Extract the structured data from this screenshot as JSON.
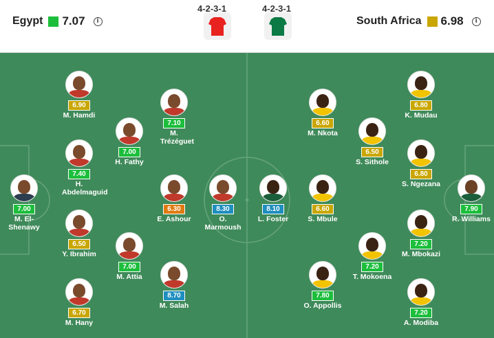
{
  "colors": {
    "green": "#1cbe3c",
    "gold": "#c9a600",
    "orange": "#e07b10",
    "blue": "#1f8ebf",
    "pitch": "#3f8a5a",
    "egypt_kit": "#e8231f",
    "sa_kit": "#0b7a45"
  },
  "home": {
    "name": "Egypt",
    "rating": "7.07",
    "formation": "4-2-3-1",
    "info_icon": "i"
  },
  "away": {
    "name": "South Africa",
    "rating": "6.98",
    "formation": "4-2-3-1",
    "info_icon": "i"
  },
  "players": [
    {
      "name": "M. Hamdi",
      "rating": "6.90",
      "tier": "gold",
      "team": "home"
    },
    {
      "name": "M. Trézéguet",
      "rating": "7.10",
      "tier": "green",
      "team": "home"
    },
    {
      "name": "H. Fathy",
      "rating": "7.00",
      "tier": "green",
      "team": "home"
    },
    {
      "name": "H. Abdelmaguid",
      "rating": "7.40",
      "tier": "green",
      "team": "home"
    },
    {
      "name": "M. El-Shenawy",
      "rating": "7.00",
      "tier": "green",
      "team": "home"
    },
    {
      "name": "E. Ashour",
      "rating": "6.30",
      "tier": "orange",
      "team": "home"
    },
    {
      "name": "O. Marmoush",
      "rating": "8.30",
      "tier": "blue",
      "team": "home"
    },
    {
      "name": "Y. Ibrahim",
      "rating": "6.50",
      "tier": "gold",
      "team": "home"
    },
    {
      "name": "M. Attia",
      "rating": "7.00",
      "tier": "green",
      "team": "home"
    },
    {
      "name": "M. Salah",
      "rating": "8.70",
      "tier": "blue",
      "team": "home"
    },
    {
      "name": "M. Hany",
      "rating": "6.70",
      "tier": "gold",
      "team": "home"
    },
    {
      "name": "K. Mudau",
      "rating": "6.80",
      "tier": "gold",
      "team": "away"
    },
    {
      "name": "M. Nkota",
      "rating": "6.60",
      "tier": "gold",
      "team": "away"
    },
    {
      "name": "S. Sithole",
      "rating": "6.50",
      "tier": "gold",
      "team": "away"
    },
    {
      "name": "S. Ngezana",
      "rating": "6.80",
      "tier": "gold",
      "team": "away"
    },
    {
      "name": "L. Foster",
      "rating": "8.10",
      "tier": "blue",
      "team": "away"
    },
    {
      "name": "S. Mbule",
      "rating": "6.60",
      "tier": "gold",
      "team": "away"
    },
    {
      "name": "R. Williams",
      "rating": "7.90",
      "tier": "green",
      "team": "away"
    },
    {
      "name": "M. Mbokazi",
      "rating": "7.20",
      "tier": "green",
      "team": "away"
    },
    {
      "name": "T. Mokoena",
      "rating": "7.20",
      "tier": "green",
      "team": "away"
    },
    {
      "name": "O. Appollis",
      "rating": "7.80",
      "tier": "green",
      "team": "away"
    },
    {
      "name": "A. Modiba",
      "rating": "7.20",
      "tier": "green",
      "team": "away"
    }
  ]
}
